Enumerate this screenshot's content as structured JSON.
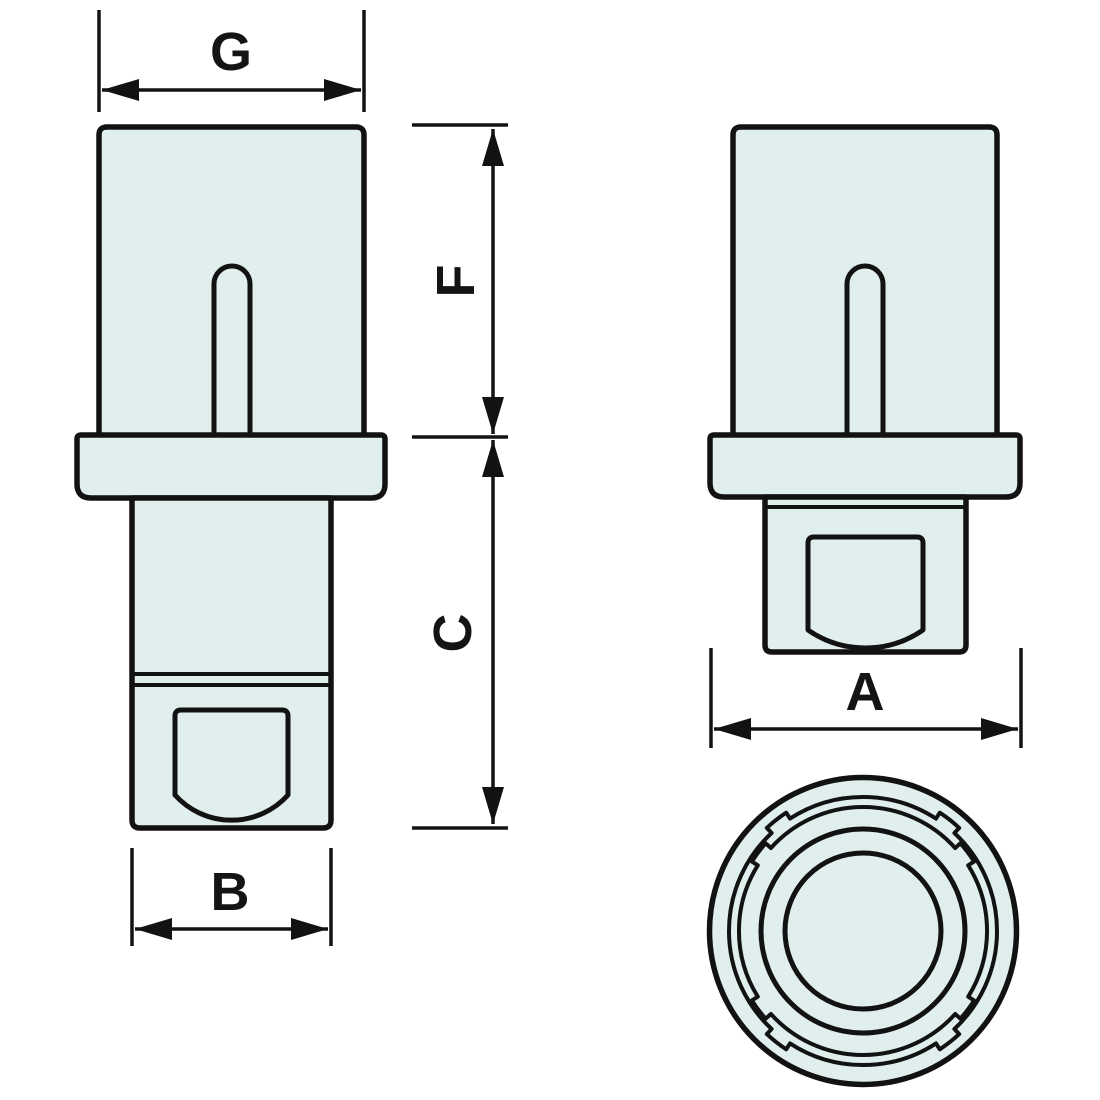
{
  "drawing": {
    "colors": {
      "part_fill": "#e0efed",
      "line": "#121212",
      "background": "#ffffff"
    },
    "dimension_labels": {
      "g": "G",
      "f": "F",
      "c": "C",
      "b": "B",
      "a": "A"
    }
  }
}
